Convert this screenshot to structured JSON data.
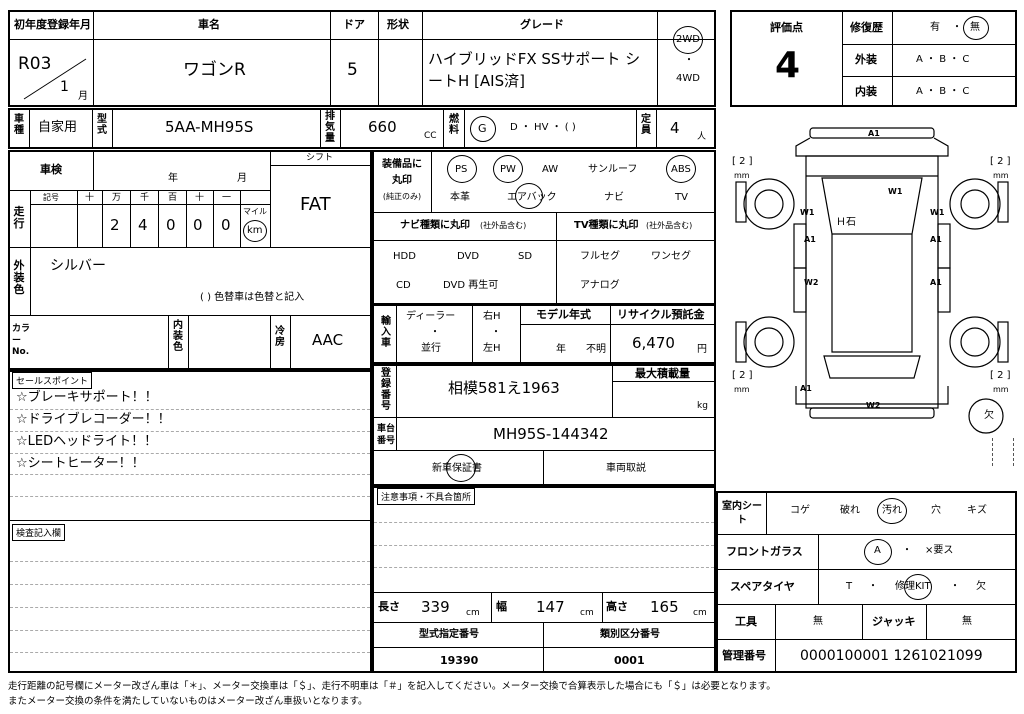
{
  "header": {
    "reg_year_label": "初年度登録年月",
    "name_label": "車名",
    "door_label": "ドア",
    "shape_label": "形状",
    "grade_label": "グレード",
    "reg_era": "R03",
    "reg_month": "1",
    "month_unit": "月",
    "car_name": "ワゴンR",
    "doors": "5",
    "grade": "ハイブリッドFX SSサポート シートH [AIS済]",
    "drive_2wd": "2WD",
    "drive_sep": "・",
    "drive_4wd": "4WD"
  },
  "eval": {
    "score_label": "評価点",
    "score": "4",
    "repair_label": "修復歴",
    "repair_yes": "有",
    "repair_sep": "・",
    "repair_no": "無",
    "exterior_label": "外装",
    "interior_label": "内装",
    "grade_scale": "A ・ B ・ C"
  },
  "row2": {
    "use_label": "車種",
    "use": "自家用",
    "model_label": "型式",
    "model": "5AA-MH95S",
    "disp_label": "排気量",
    "disp": "660",
    "disp_unit": "CC",
    "fuel_label": "燃料",
    "fuel_g": "G",
    "fuel_rest": "D ・ HV ・ (     )",
    "cap_label": "定員",
    "capacity": "4",
    "cap_unit": "人"
  },
  "inspect": {
    "label": "車検",
    "year_unit": "年",
    "month_unit": "月",
    "shift_label": "シフト",
    "shift": "FAT",
    "mileage_label": "走行",
    "code_label": "記号",
    "digit_labels": [
      "十",
      "万",
      "千",
      "百",
      "十",
      "一"
    ],
    "digits": [
      "2",
      "4",
      "0",
      "0",
      "0"
    ],
    "mile_label": "マイル",
    "km": "km",
    "color_label": "外装色",
    "color": "シルバー",
    "repaint_note": "(          ) 色替車は色替と記入",
    "colorno_label": "カラーNo.",
    "int_color_label": "内装色",
    "ac_label": "冷房",
    "ac": "AAC"
  },
  "equip": {
    "label_l1": "装備品に",
    "label_l2": "丸印",
    "label_l3": "(純正のみ)",
    "row1": [
      "PS",
      "PW",
      "AW",
      "サンルーフ",
      "ABS"
    ],
    "row2": [
      "本革",
      "エアバック",
      "ナビ",
      "TV"
    ],
    "navi_header": "ナビ種類に丸印",
    "tv_header": "TV種類に丸印",
    "ext_note": "(社外品含む)",
    "navi_row1": [
      "HDD",
      "DVD",
      "SD"
    ],
    "navi_row2": [
      "CD",
      "DVD 再生可"
    ],
    "tv_row1": [
      "フルセグ",
      "ワンセグ"
    ],
    "tv_row2": [
      "アナログ"
    ]
  },
  "import": {
    "label": "輸入車",
    "dealer": "ディーラー",
    "dot": "・",
    "parallel": "並行",
    "right": "右H",
    "left": "左H",
    "model_year_label": "モデル年式",
    "year_unit": "年",
    "unknown": "不明",
    "recycle_label": "リサイクル預託金",
    "recycle": "6,470",
    "yen": "円"
  },
  "reg": {
    "label": "登録番号",
    "plate": "相模581え1963",
    "max_load_label": "最大積載量",
    "kg": "kg",
    "chassis_label": "車台番号",
    "chassis": "MH95S-144342",
    "warranty": "新車保証書",
    "manual": "車両取説",
    "notes_label": "注意事項・不具合箇所"
  },
  "sales": {
    "label": "セールスポイント",
    "points": [
      "☆ブレーキサポート！！",
      "☆ドライブレコーダー！！",
      "☆LEDヘッドライト！！",
      "☆シートヒーター！！"
    ],
    "inspect_label": "検査記入欄"
  },
  "dims": {
    "len_label": "長さ",
    "length": "339",
    "width_label": "幅",
    "width": "147",
    "height_label": "高さ",
    "height": "165",
    "cm": "cm",
    "type_no_label": "型式指定番号",
    "type_no": "19390",
    "class_no_label": "類別区分番号",
    "class_no": "0001"
  },
  "interior": {
    "seat_label": "室内シート",
    "options": [
      "コゲ",
      "破れ",
      "汚れ",
      "穴",
      "キズ"
    ],
    "glass_label": "フロントガラス",
    "glass_a": "A",
    "glass_sep": "・",
    "glass_rest": "×要ス",
    "spare_label": "スペアタイヤ",
    "spare_t": "T",
    "spare_kit": "修理KIT",
    "spare_no": "欠",
    "spare_sep": "・",
    "tools_label": "工具",
    "tools": "無",
    "jack_label": "ジャッキ",
    "jack": "無",
    "mgmt_label": "管理番号",
    "mgmt": "0000100001 1261021099"
  },
  "diagram": {
    "a1_top": "A1",
    "w1_left": "W1",
    "w1_right": "W1",
    "w1_fender": "W1",
    "a1_left": "A1",
    "a1_right": "A1",
    "w2_left": "W2",
    "a1_rear_left": "A1",
    "a1_rear_right": "A1",
    "w2_bottom": "W2",
    "windshield": "Ｈ石",
    "bracket": "[ 2 ]",
    "mm": "mm",
    "missing": "欠"
  },
  "footer": {
    "line1": "走行距離の記号欄にメーター改ざん車は「＊」、メーター交換車は「＄」、走行不明車は「＃」を記入してください。メーター交換で合算表示した場合にも「＄」は必要となります。",
    "line2": "またメーター交換の条件を満たしていないものはメーター改ざん車扱いとなります。"
  }
}
